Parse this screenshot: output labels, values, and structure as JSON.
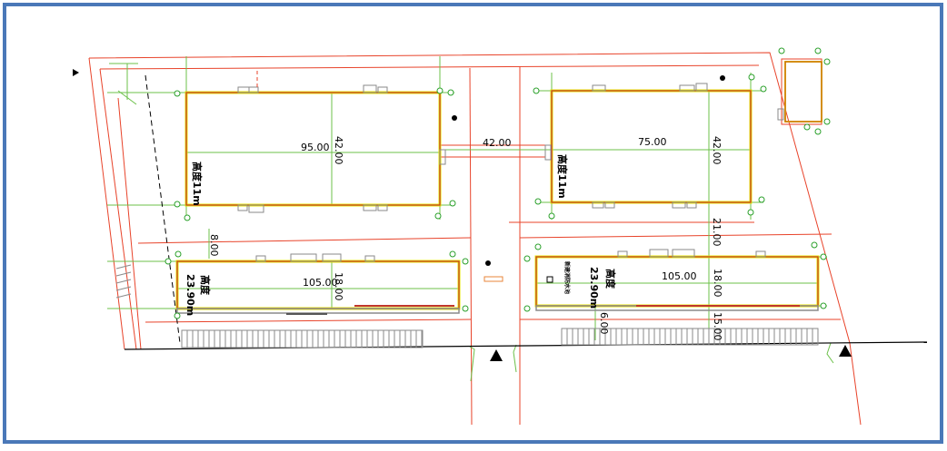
{
  "colors": {
    "border": "#4a78b8",
    "boundary": "#e8432a",
    "building": "#c0362c",
    "yellow": "#e8e600",
    "green": "#6cc04a",
    "grey": "#8a8a8a",
    "black": "#000000",
    "marker": "#2aa02a"
  },
  "plots": [
    {
      "id": "nw",
      "length": "95.00",
      "width": "42.00",
      "height": "高度11m"
    },
    {
      "id": "ne",
      "length": "75.00",
      "width": "42.00",
      "height": "高度11m"
    },
    {
      "id": "sw",
      "length": "105.00",
      "width": "18.00",
      "height_top": "高度",
      "height_bottom": "23.90m",
      "setback": "8.00"
    },
    {
      "id": "se",
      "length": "105.00",
      "width": "18.00",
      "height_top": "高度",
      "height_bottom": "23.90m",
      "note": "新建消防水池"
    }
  ],
  "distances": {
    "road_gap": "42.00",
    "between_east": "21.00",
    "south_left": "6.00",
    "south_right": "15.00"
  },
  "icons": [
    "triangle-marker-icon",
    "survey-point-icon",
    "north-arrow-icon"
  ]
}
